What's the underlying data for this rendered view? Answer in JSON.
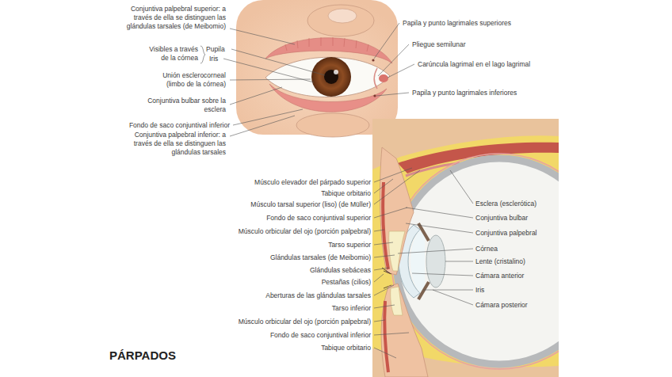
{
  "diagram": {
    "title": "PÁRPADOS",
    "labels": [
      "Conjuntiva palpebral superior: a través de ella se distinguen las glándulas tarsales (de Meibomio)",
      "Visibles a través de la córnea",
      "Pupila",
      "Iris",
      "Unión esclerocorneal (limbo de la córnea)",
      "Conjuntiva bulbar sobre la esclera",
      "Fondo de saco conjuntival inferior",
      "Conjuntiva palpebral inferior: a través de ella se distinguen las glándulas tarsales",
      "Papila y punto lagrimales superiores",
      "Pliegue semilunar",
      "Carúncula lagrimal en el lago lagrimal",
      "Papila y punto lagrimales inferiores",
      "Músculo elevador del párpado superior",
      "Tabique orbitario",
      "Músculo tarsal superior (liso) (de Müller)",
      "Fondo de saco conjuntival superior",
      "Músculo orbicular del ojo (porción palpebral)",
      "Tarso superior",
      "Glándulas tarsales (de Meibomio)",
      "Glándulas sebáceas",
      "Pestañas (cilios)",
      "Aberturas de las glándulas tarsales",
      "Tarso inferior",
      "Músculo orbicular del ojo (porción palpebral)",
      "Fondo de saco conjuntival inferior",
      "Tabique orbitario",
      "Esclera (esclerótica)",
      "Conjuntiva bulbar",
      "Conjuntiva palpebral",
      "Córnea",
      "Lente (cristalino)",
      "Cámara anterior",
      "Iris",
      "Cámara posterior"
    ]
  }
}
